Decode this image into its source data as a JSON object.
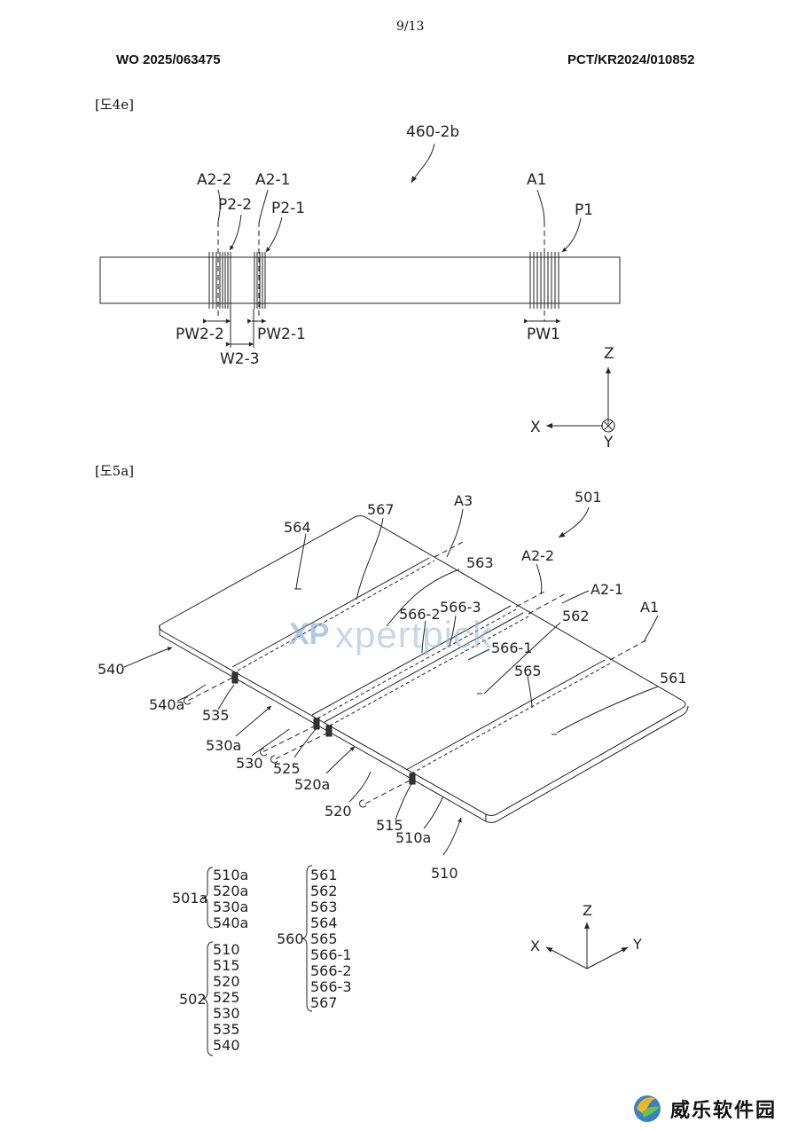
{
  "header": {
    "page_number": "9/13",
    "pub_number": "WO 2025/063475",
    "app_number": "PCT/KR2024/010852"
  },
  "fig4e": {
    "caption": "[도4e]",
    "labels": {
      "ref": "460-2b",
      "a2_2": "A2-2",
      "a2_1": "A2-1",
      "a1": "A1",
      "p2_2": "P2-2",
      "p2_1": "P2-1",
      "p1": "P1",
      "pw2_2": "PW2-2",
      "pw2_1": "PW2-1",
      "pw1": "PW1",
      "w2_3": "W2-3",
      "axis_z": "Z",
      "axis_x": "X",
      "axis_y": "Y"
    }
  },
  "fig5a": {
    "caption": "[도5a]",
    "labels": {
      "l501": "501",
      "l564": "564",
      "l567": "567",
      "l563": "563",
      "lA3": "A3",
      "lA2_2": "A2-2",
      "lA2_1": "A2-1",
      "lA1": "A1",
      "l566_2": "566-2",
      "l566_3": "566-3",
      "l566_1": "566-1",
      "l562": "562",
      "l565": "565",
      "l561": "561",
      "l540": "540",
      "l540a": "540a",
      "l535": "535",
      "l530a": "530a",
      "l530": "530",
      "l525": "525",
      "l520a": "520a",
      "l520": "520",
      "l515": "515",
      "l510a": "510a",
      "l510": "510",
      "axis_z": "Z",
      "axis_x": "X",
      "axis_y": "Y"
    },
    "legend": {
      "group_501a": {
        "label": "501a",
        "items": [
          "510a",
          "520a",
          "530a",
          "540a"
        ]
      },
      "group_502": {
        "label": "502",
        "items": [
          "510",
          "515",
          "520",
          "525",
          "530",
          "535",
          "540"
        ]
      },
      "group_560": {
        "label": "560",
        "items": [
          "561",
          "562",
          "563",
          "564",
          "565",
          "566-1",
          "566-2",
          "566-3",
          "567"
        ]
      }
    }
  },
  "watermark": {
    "mark": "XP",
    "text": "xpertpick"
  },
  "corner_logo": {
    "text": "威乐软件园"
  }
}
